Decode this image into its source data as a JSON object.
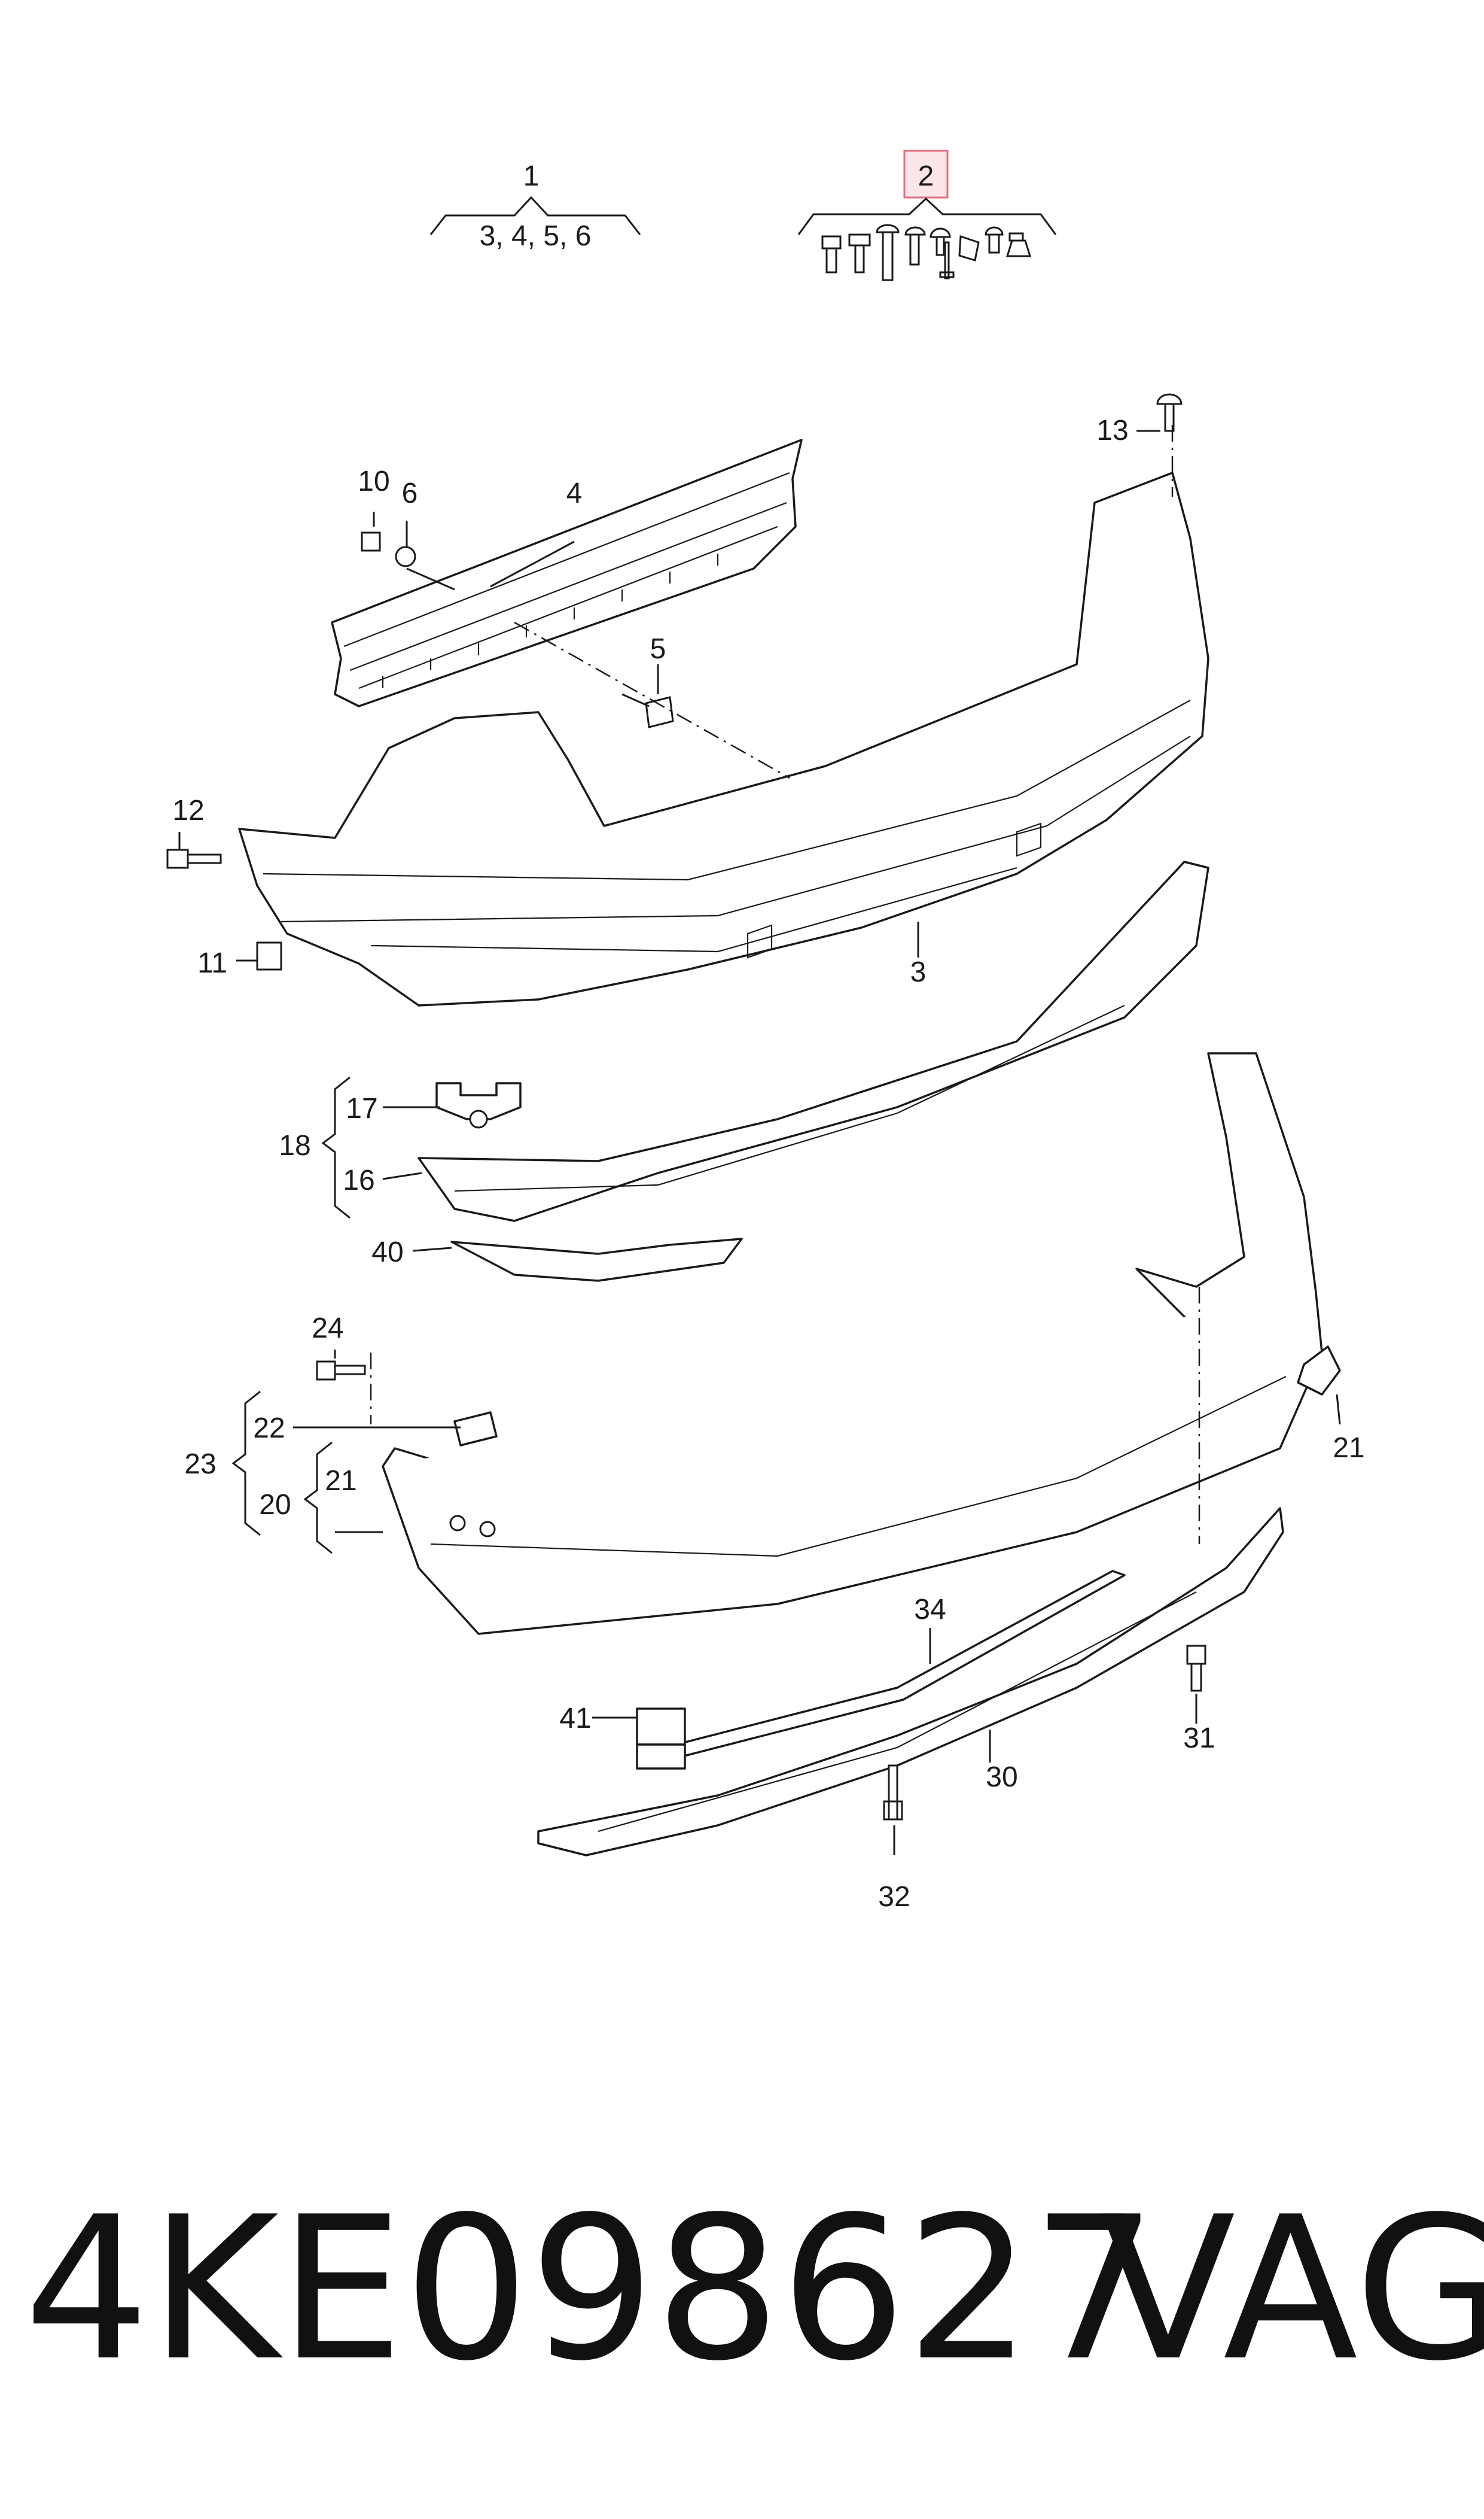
{
  "callouts": {
    "c1": "1",
    "c2": "2",
    "c3": "3",
    "c4": "4",
    "c5": "5",
    "c6": "6",
    "c10": "10",
    "c11": "11",
    "c12": "12",
    "c13": "13",
    "c16": "16",
    "c17": "17",
    "c18": "18",
    "c20": "20",
    "c21a": "21",
    "c21b": "21",
    "c22": "22",
    "c23": "23",
    "c24": "24",
    "c30": "30",
    "c31": "31",
    "c32": "32",
    "c34": "34",
    "c40": "40",
    "c41": "41"
  },
  "groups": {
    "set1_contents": "3, 4, 5, 6"
  },
  "footer": {
    "part_number": "4KE098627",
    "brand": "VAG"
  },
  "colors": {
    "line": "#1a1a1a",
    "highlight_fill": "#fde6ea",
    "highlight_border": "#e0707f"
  }
}
